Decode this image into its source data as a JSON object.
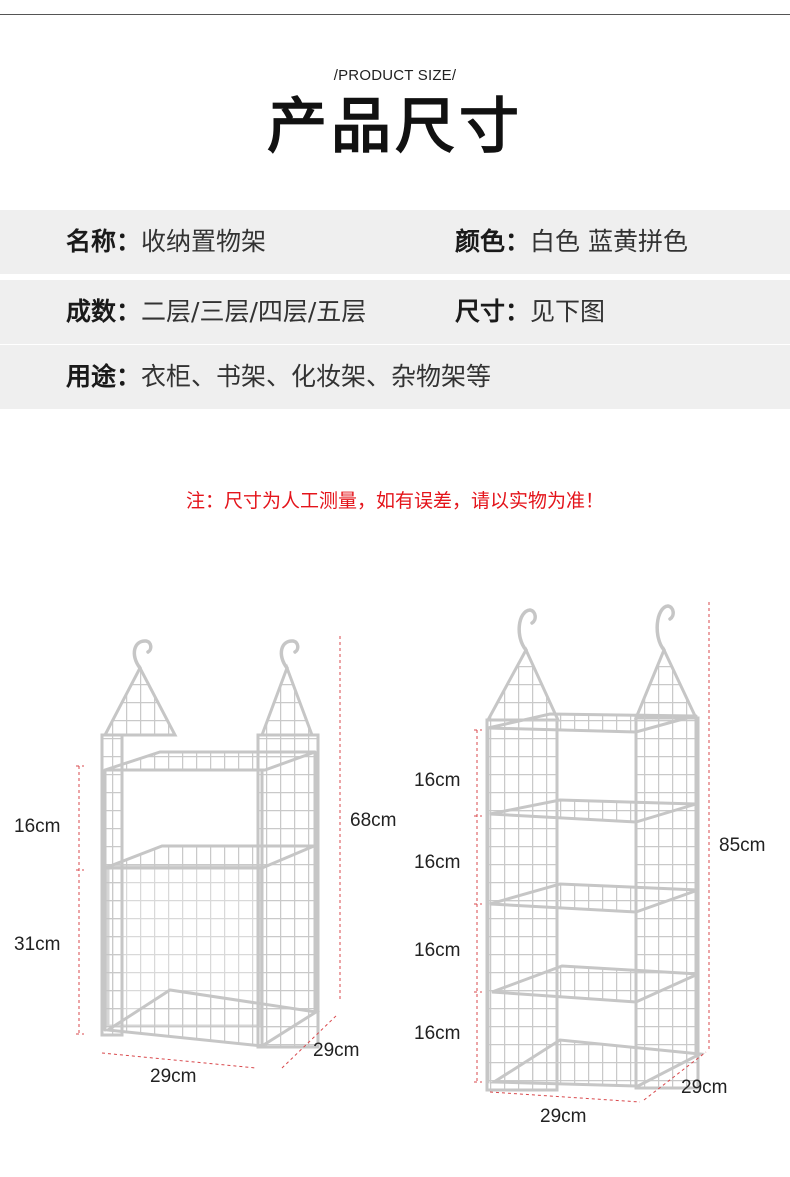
{
  "header": {
    "subtitle": "/PRODUCT SIZE/",
    "title": "产品尺寸"
  },
  "specs": {
    "name_label": "名称：",
    "name_value": "收纳置物架",
    "color_label": "颜色：",
    "color_value": "白色 蓝黄拼色",
    "layers_label": "成数：",
    "layers_value": "二层/三层/四层/五层",
    "size_label": "尺寸：",
    "size_value": "见下图",
    "usage_label": "用途：",
    "usage_value": "衣柜、书架、化妆架、杂物架等"
  },
  "note": "注：尺寸为人工测量，如有误差，请以实物为准！",
  "rack_small": {
    "shelf_height": "16cm",
    "bottom_height": "31cm",
    "total_height": "68cm",
    "depth": "29cm",
    "width": "29cm"
  },
  "rack_large": {
    "shelf_1": "16cm",
    "shelf_2": "16cm",
    "shelf_3": "16cm",
    "shelf_4": "16cm",
    "total_height": "85cm",
    "depth": "29cm",
    "width": "29cm"
  },
  "colors": {
    "accent_red": "#e4141b",
    "row_bg": "#efefef",
    "rack_line": "#c8c8c8"
  }
}
